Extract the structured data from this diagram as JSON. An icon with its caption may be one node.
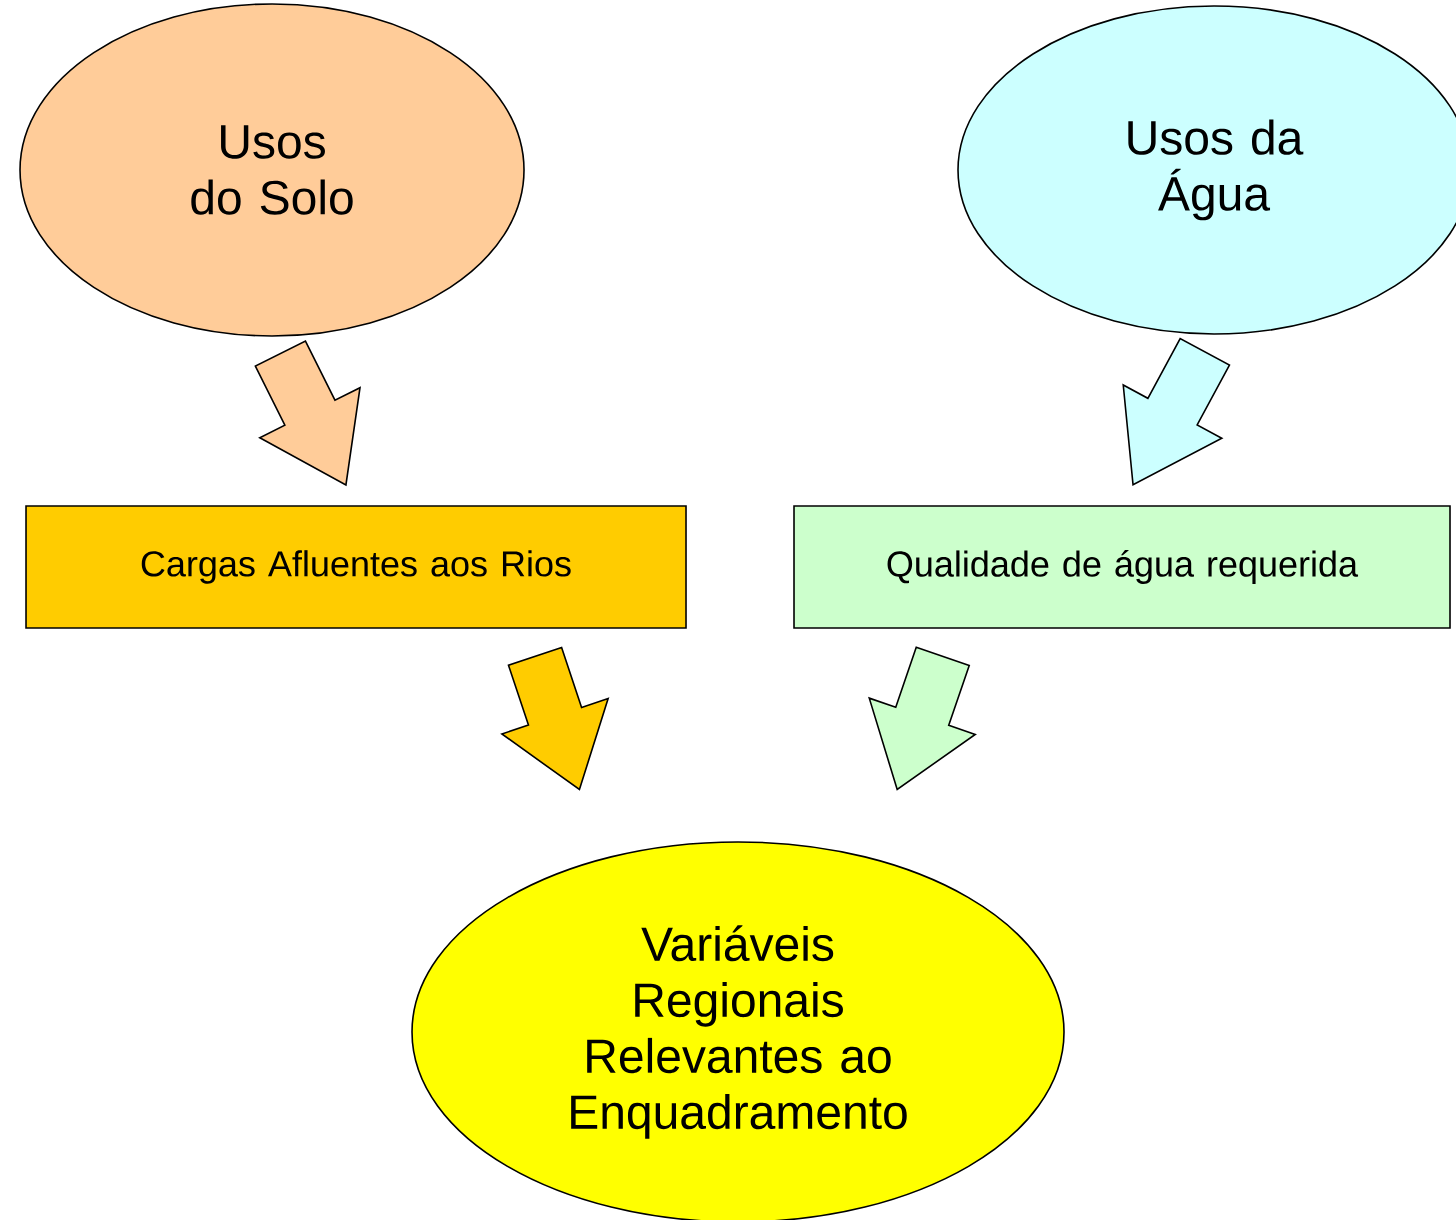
{
  "diagram": {
    "nodes": [
      {
        "text": [
          "Usos do Solo"
        ]
      },
      {
        "text": [
          "Usos da Água"
        ]
      },
      {
        "text": [
          "Cargas Afluentes aos Rios"
        ]
      },
      {
        "text": [
          "Qualidade de água requerida"
        ]
      },
      {
        "text": [
          "Variáveis Regionais Relevantes ao Enquadramento"
        ]
      }
    ],
    "edges": [
      {
        "from": 0,
        "to": 2,
        "arrow": "to",
        "color": "#ffcc99"
      },
      {
        "from": 1,
        "to": 3,
        "arrow": "to",
        "color": "#ccffff"
      },
      {
        "from": 2,
        "to": 4,
        "arrow": "to",
        "color": "#ffcc00"
      },
      {
        "from": 3,
        "to": 4,
        "arrow": "to",
        "color": "#ccffcc"
      }
    ]
  }
}
